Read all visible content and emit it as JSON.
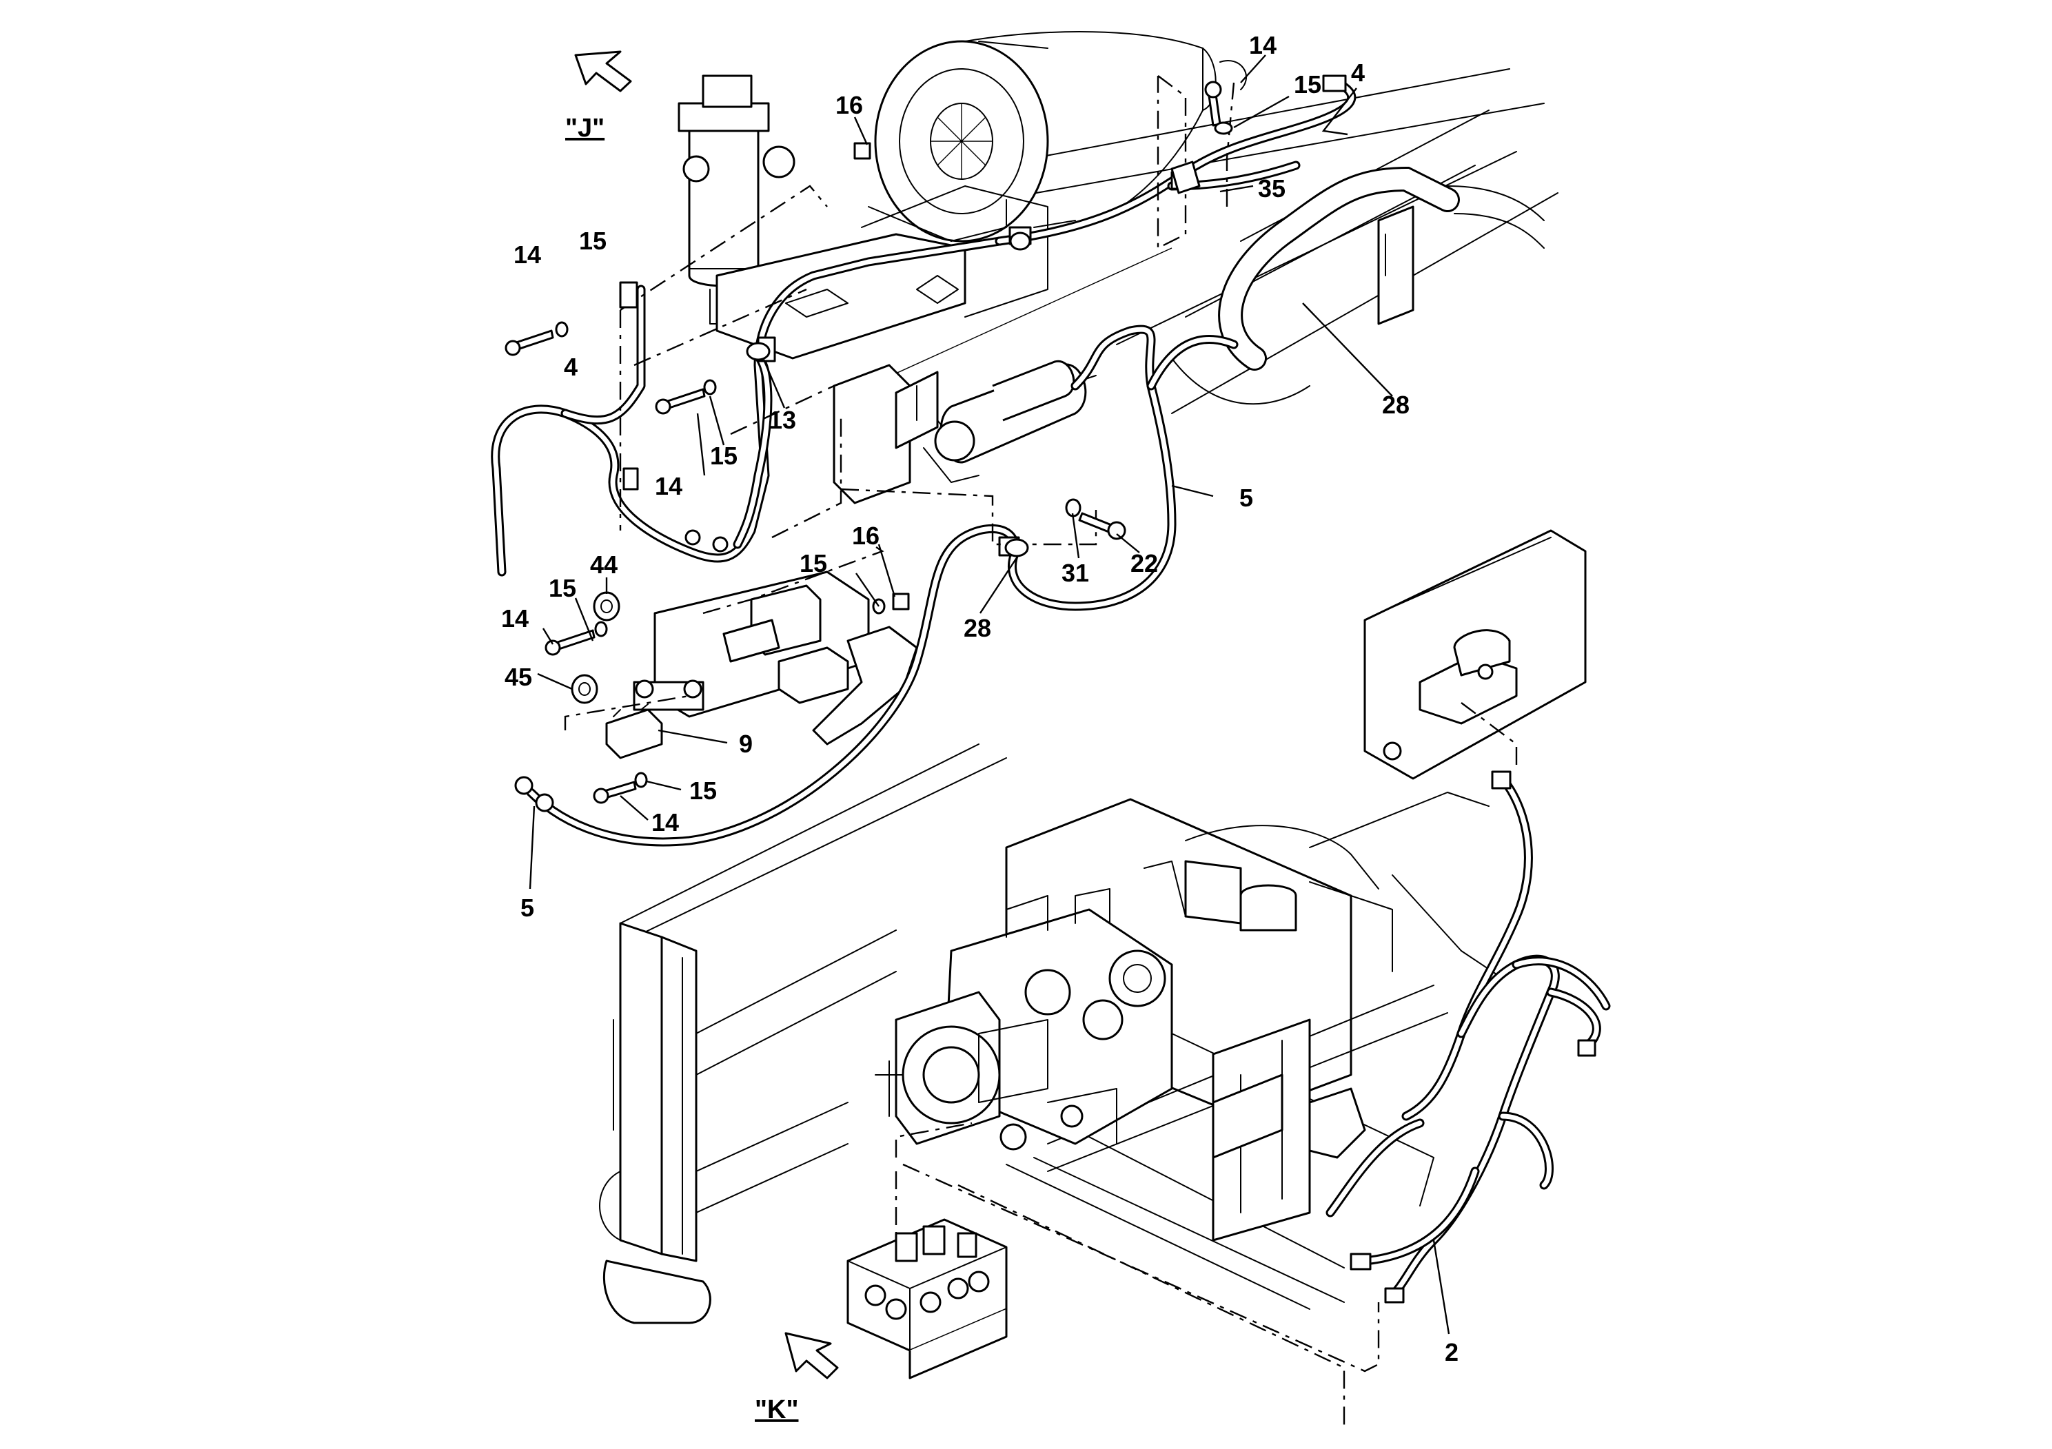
{
  "views": [
    {
      "id": "J",
      "label": "\"J\""
    },
    {
      "id": "K",
      "label": "\"K\""
    }
  ],
  "callouts": [
    {
      "id": "c14a",
      "text": "14"
    },
    {
      "id": "c15a",
      "text": "15"
    },
    {
      "id": "c4a",
      "text": "4"
    },
    {
      "id": "c16a",
      "text": "16"
    },
    {
      "id": "c35",
      "text": "35"
    },
    {
      "id": "c14b",
      "text": "14"
    },
    {
      "id": "c15b",
      "text": "15"
    },
    {
      "id": "c4b",
      "text": "4"
    },
    {
      "id": "c28a",
      "text": "28"
    },
    {
      "id": "c13",
      "text": "13"
    },
    {
      "id": "c14c",
      "text": "14"
    },
    {
      "id": "c15c",
      "text": "15"
    },
    {
      "id": "c5a",
      "text": "5"
    },
    {
      "id": "c22",
      "text": "22"
    },
    {
      "id": "c31",
      "text": "31"
    },
    {
      "id": "c16b",
      "text": "16"
    },
    {
      "id": "c15d",
      "text": "15"
    },
    {
      "id": "c44",
      "text": "44"
    },
    {
      "id": "c15e",
      "text": "15"
    },
    {
      "id": "c14d",
      "text": "14"
    },
    {
      "id": "c28b",
      "text": "28"
    },
    {
      "id": "c45",
      "text": "45"
    },
    {
      "id": "c9",
      "text": "9"
    },
    {
      "id": "c15f",
      "text": "15"
    },
    {
      "id": "c14e",
      "text": "14"
    },
    {
      "id": "c5b",
      "text": "5"
    },
    {
      "id": "c2",
      "text": "2"
    }
  ]
}
